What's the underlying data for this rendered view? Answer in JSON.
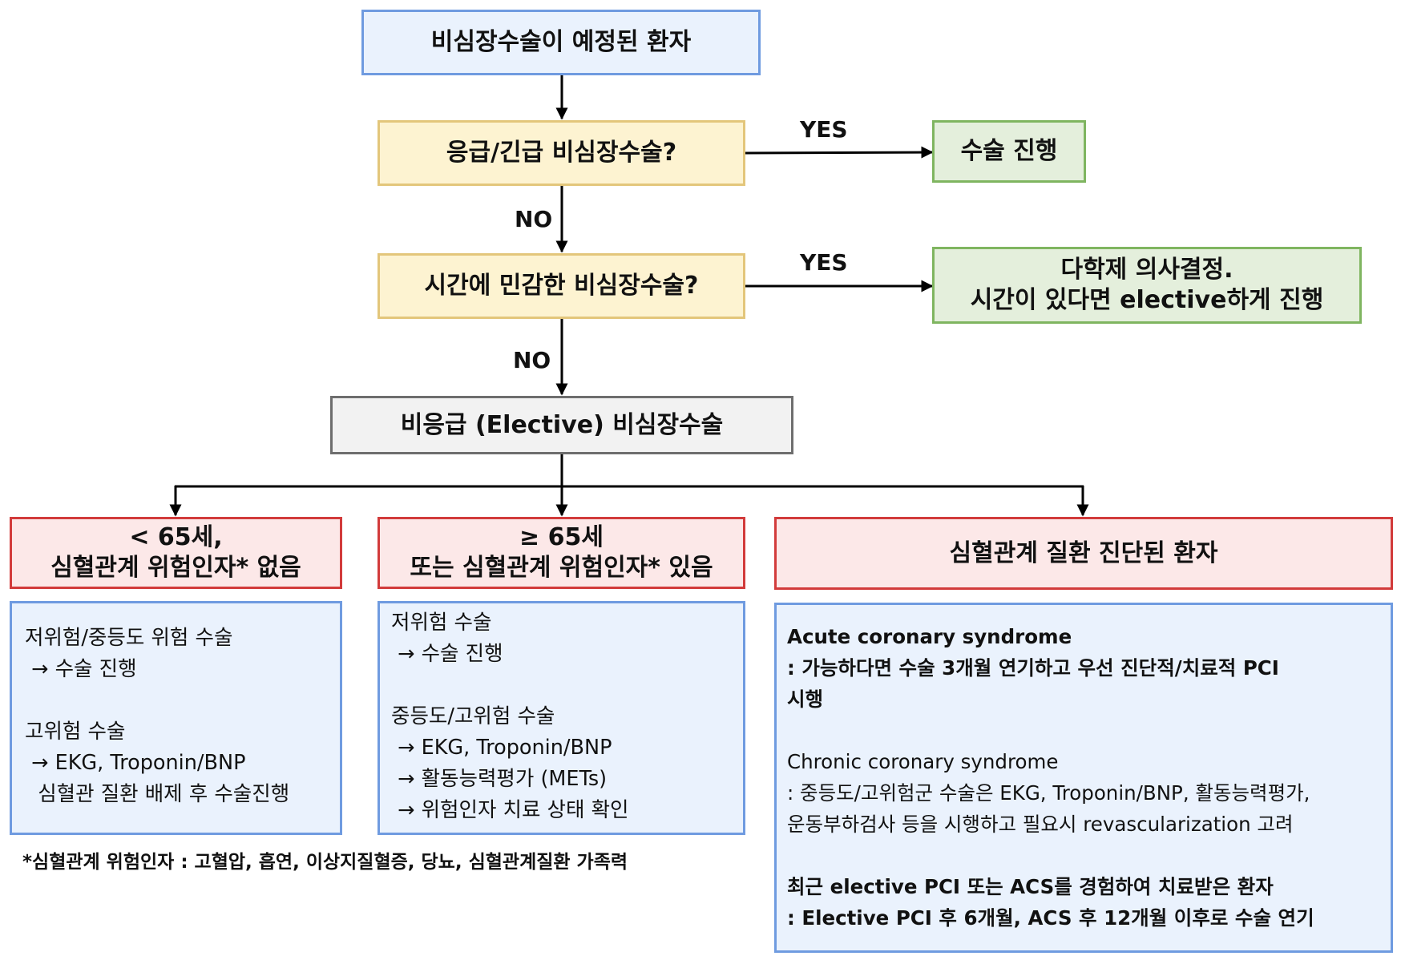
{
  "nodes": {
    "start": "비심장수술이 예정된 환자",
    "urgent_question": "응급/긴급 비심장수술?",
    "proceed": "수술 진행",
    "time_sensitive_question": "시간에 민감한 비심장수술?",
    "multidisciplinary_line1": "다학제 의사결정.",
    "multidisciplinary_line2": "시간이 있다면 elective하게 진행",
    "elective": "비응급 (Elective) 비심장수술",
    "group_low_line1": "< 65세,",
    "group_low_line2": "심혈관계 위험인자* 없음",
    "group_high_line1": "≥ 65세",
    "group_high_line2": "또는 심혈관계 위험인자* 있음",
    "group_cvd": "심혈관계 질환 진단된 환자"
  },
  "edge_labels": {
    "yes_urgent": "YES",
    "no_urgent": "NO",
    "yes_time": "YES",
    "no_time": "NO"
  },
  "details": {
    "low_risk": {
      "l1": "저위험/중등도 위험 수술",
      "l2": " → 수술 진행",
      "l3": "고위험 수술",
      "l4": " → EKG, Troponin/BNP",
      "l5": "  심혈관 질환 배제 후 수술진행"
    },
    "high_risk": {
      "l1": "저위험 수술",
      "l2": " → 수술 진행",
      "l3": "중등도/고위험 수술",
      "l4": " → EKG, Troponin/BNP",
      "l5": " → 활동능력평가 (METs)",
      "l6": " → 위험인자 치료 상태 확인"
    },
    "cvd": {
      "acs_title": "Acute coronary syndrome",
      "acs_l1": ": 가능하다면 수술 3개월 연기하고 우선 진단적/치료적 PCI",
      "acs_l2": "시행",
      "ccs_title": "Chronic coronary syndrome",
      "ccs_l1": ": 중등도/고위험군 수술은 EKG, Troponin/BNP, 활동능력평가,",
      "ccs_l2": "운동부하검사 등을 시행하고 필요시 revascularization 고려",
      "recent_title": "최근 elective PCI 또는 ACS를 경험하여 치료받은 환자",
      "recent_l1": ": Elective PCI 후 6개월, ACS 후 12개월 이후로 수술 연기"
    }
  },
  "footnote": "*심혈관계 위험인자 : 고혈압, 흡연, 이상지질혈증, 당뇨, 심혈관계질환 가족력",
  "colors": {
    "blue_fill": "#eaf2fd",
    "blue_border": "#6f9be0",
    "yellow_fill": "#fdf3d1",
    "yellow_border": "#e3c67b",
    "green_fill": "#e4efdc",
    "green_border": "#7fb560",
    "gray_fill": "#f2f2f2",
    "gray_border": "#6e6e6e",
    "red_fill": "#fce8e8",
    "red_border": "#d23b3b"
  }
}
